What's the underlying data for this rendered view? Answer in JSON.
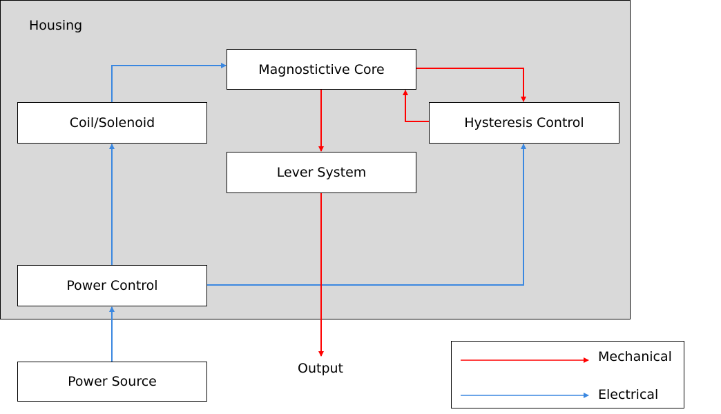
{
  "diagram": {
    "container": {
      "label": "Housing"
    },
    "blocks": {
      "core": "Magnostictive Core",
      "coil": "Coil/Solenoid",
      "hysteresis": "Hysteresis Control",
      "lever": "Lever System",
      "power_control": "Power Control",
      "power_source": "Power Source"
    },
    "output_label": "Output",
    "connections": [
      {
        "from": "Power Source",
        "to": "Power Control",
        "type": "Electrical"
      },
      {
        "from": "Power Control",
        "to": "Coil/Solenoid",
        "type": "Electrical"
      },
      {
        "from": "Power Control",
        "to": "Hysteresis Control",
        "type": "Electrical"
      },
      {
        "from": "Coil/Solenoid",
        "to": "Magnostictive Core",
        "type": "Electrical"
      },
      {
        "from": "Magnostictive Core",
        "to": "Hysteresis Control",
        "type": "Mechanical"
      },
      {
        "from": "Hysteresis Control",
        "to": "Magnostictive Core",
        "type": "Mechanical"
      },
      {
        "from": "Magnostictive Core",
        "to": "Lever System",
        "type": "Mechanical"
      },
      {
        "from": "Lever System",
        "to": "Output",
        "type": "Mechanical"
      }
    ],
    "legend": {
      "mechanical": {
        "label": "Mechanical",
        "color": "#ff0000"
      },
      "electrical": {
        "label": "Electrical",
        "color": "#3a87e0"
      }
    }
  }
}
